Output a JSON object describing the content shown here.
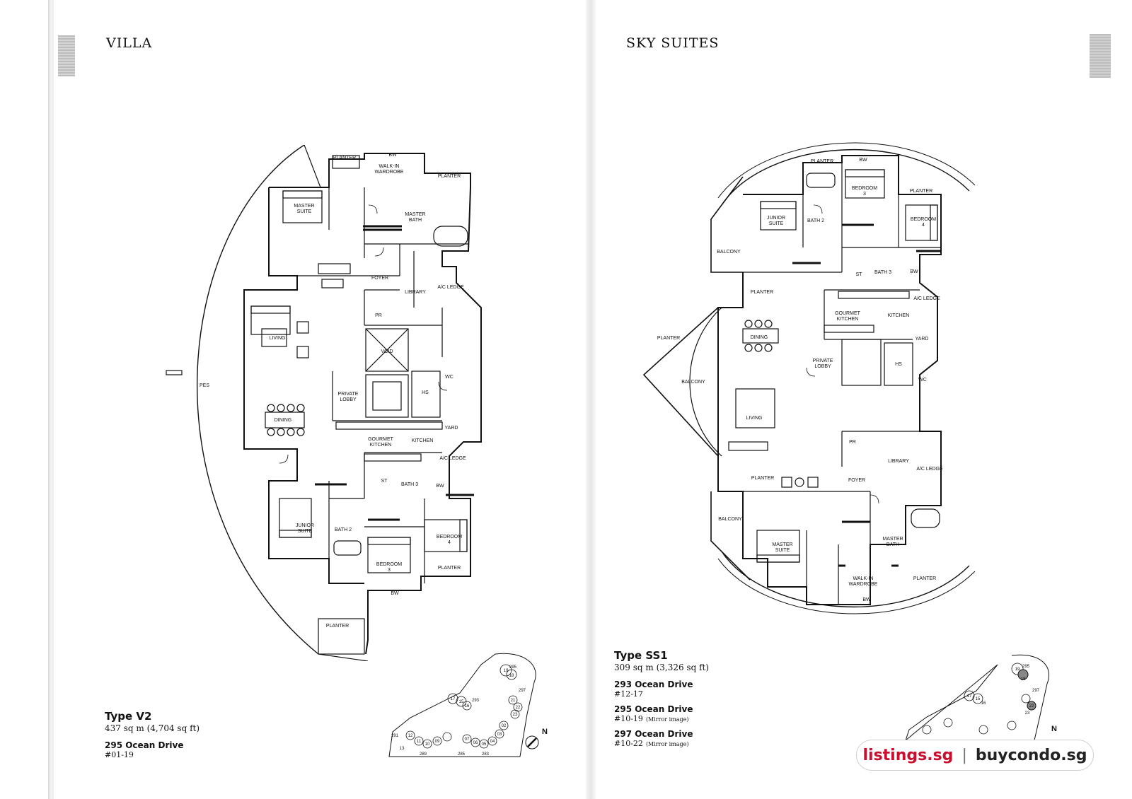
{
  "left_page": {
    "title": "VILLA",
    "plan_labels": {
      "planter_top_left": "PLANTER",
      "bw_top": "BW",
      "walk_in": "WALK-IN",
      "wardrobe": "WARDROBE",
      "planter_top_right": "PLANTER",
      "master": "MASTER",
      "suite": "SUITE",
      "master_bath_1": "MASTER",
      "master_bath_2": "BATH",
      "foyer": "FOYER",
      "library": "LIBRARY",
      "ac_ledge_top": "A/C LEDGE",
      "pr": "PR",
      "living": "LIVING",
      "void": "VOID",
      "pes": "PES",
      "private_1": "PRIVATE",
      "lobby": "LOBBY",
      "hs": "HS",
      "wc": "WC",
      "dining": "DINING",
      "yard": "YARD",
      "gourmet": "GOURMET",
      "gourmet_kitchen": "KITCHEN",
      "kitchen": "KITCHEN",
      "ac_ledge_bottom": "A/C LEDGE",
      "st": "ST",
      "bath3": "BATH 3",
      "bw_mid": "BW",
      "junior": "JUNIOR",
      "junior_suite": "SUITE",
      "bath2": "BATH 2",
      "bedroom4": "BEDROOM",
      "bedroom4_num": "4",
      "bedroom3": "BEDROOM",
      "bedroom3_num": "3",
      "planter_bottom": "PLANTER",
      "bw_bottom": "BW",
      "planter_pes": "PLANTER"
    },
    "info": {
      "type": "Type V2",
      "area": "437 sq m (4,704 sq ft)",
      "addresses": [
        {
          "street": "295 Ocean Drive",
          "units": "#01-19",
          "note": ""
        }
      ]
    },
    "keyplan": {
      "labels": [
        "295",
        "19",
        "18",
        "297",
        "17",
        "293",
        "21",
        "22",
        "23",
        "15",
        "16",
        "291",
        "12",
        "11",
        "10",
        "09",
        "07",
        "06",
        "05",
        "04",
        "03",
        "02",
        "13",
        "289",
        "285",
        "283"
      ],
      "north": "N"
    }
  },
  "right_page": {
    "title": "SKY SUITES",
    "plan_labels": {
      "planter_top": "PLANTER",
      "bw_top": "BW",
      "bedroom3": "BEDROOM",
      "bedroom3_num": "3",
      "planter_top_right": "PLANTER",
      "junior": "JUNIOR",
      "junior_suite": "SUITE",
      "bath2": "BATH 2",
      "bedroom4": "BEDROOM",
      "bedroom4_num": "4",
      "balcony_top": "BALCONY",
      "st": "ST",
      "bath3": "BATH 3",
      "bw_mid": "BW",
      "planter_left": "PLANTER",
      "ac_ledge_top": "A/C LEDGE",
      "gourmet": "GOURMET",
      "gourmet_kitchen": "KITCHEN",
      "kitchen": "KITCHEN",
      "dining": "DINING",
      "yard": "YARD",
      "private": "PRIVATE",
      "lobby": "LOBBY",
      "hs": "HS",
      "wc": "WC",
      "balcony_mid": "BALCONY",
      "planter_wing": "PLANTER",
      "living": "LIVING",
      "pr": "PR",
      "library": "LIBRARY",
      "ac_ledge_bottom": "A/C LEDGE",
      "planter_lower": "PLANTER",
      "foyer": "FOYER",
      "balcony_bottom": "BALCONY",
      "master": "MASTER",
      "master_suite": "SUITE",
      "master_bath_1": "MASTER",
      "master_bath_2": "BATH",
      "walk_in": "WALK-IN",
      "wardrobe": "WARDROBE",
      "planter_bottom": "PLANTER",
      "bw_bottom": "BW"
    },
    "info": {
      "type": "Type SS1",
      "area": "309 sq m (3,326 sq ft)",
      "addresses": [
        {
          "street": "293 Ocean Drive",
          "units": "#12-17",
          "note": ""
        },
        {
          "street": "295 Ocean Drive",
          "units": "#10-19",
          "note": "(Mirror image)"
        },
        {
          "street": "297 Ocean Drive",
          "units": "#10-22",
          "note": "(Mirror image)"
        }
      ]
    },
    "keyplan": {
      "labels": [
        "295",
        "19",
        "18",
        "297",
        "17",
        "22",
        "15",
        "16",
        "23"
      ],
      "north": "N"
    }
  },
  "watermark": {
    "site_a": "listings.sg",
    "separator": "|",
    "site_b": "buycondo.sg",
    "color_a": "#c8102e",
    "color_b": "#222222"
  }
}
